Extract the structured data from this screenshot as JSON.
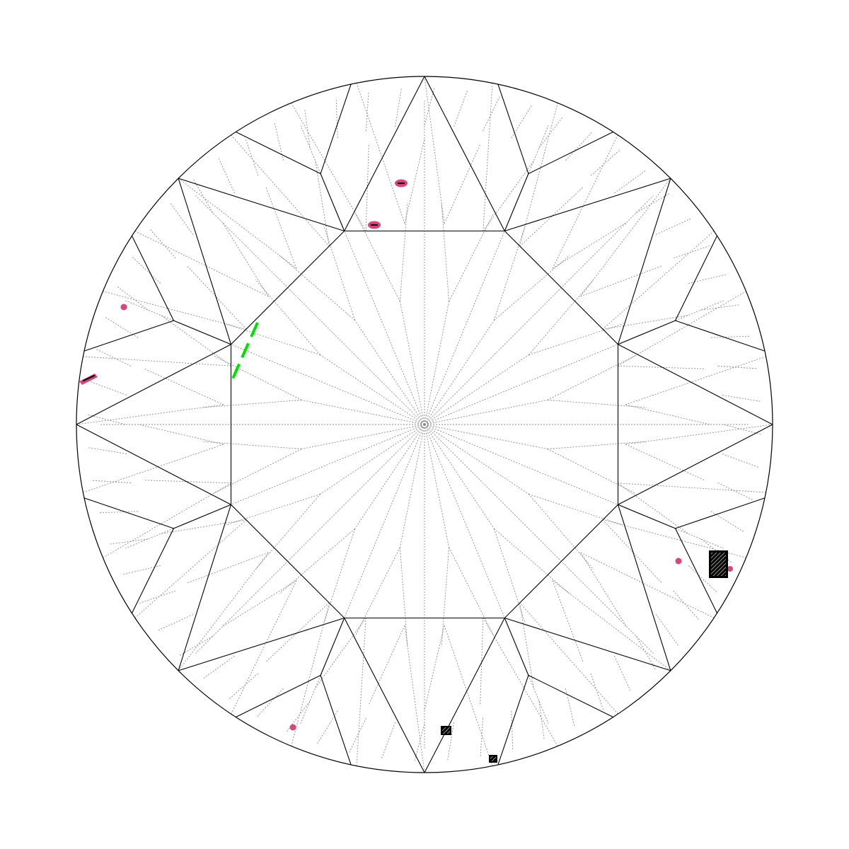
{
  "diagram": {
    "kind": "diamond clarity plot",
    "shape": "round brilliant",
    "view": "crown",
    "colors": {
      "outline": "#000000",
      "facet_lines": "#000000",
      "hidden_lines": "#8c8c8c",
      "background": "#ffffff",
      "crystal": "#d8457a",
      "pinpoint": "#d8457a",
      "feather": "#00e000",
      "extra_facet": "#000000"
    }
  },
  "symbols": {
    "crystal": "crystal-icon",
    "pinpoint": "pinpoint-icon",
    "feather": "feather-icon",
    "extra_facet": "extra-facet-icon"
  },
  "counts": {
    "crystal": 3,
    "pinpoint": 4,
    "feather": 1,
    "extra_facet": 3
  }
}
